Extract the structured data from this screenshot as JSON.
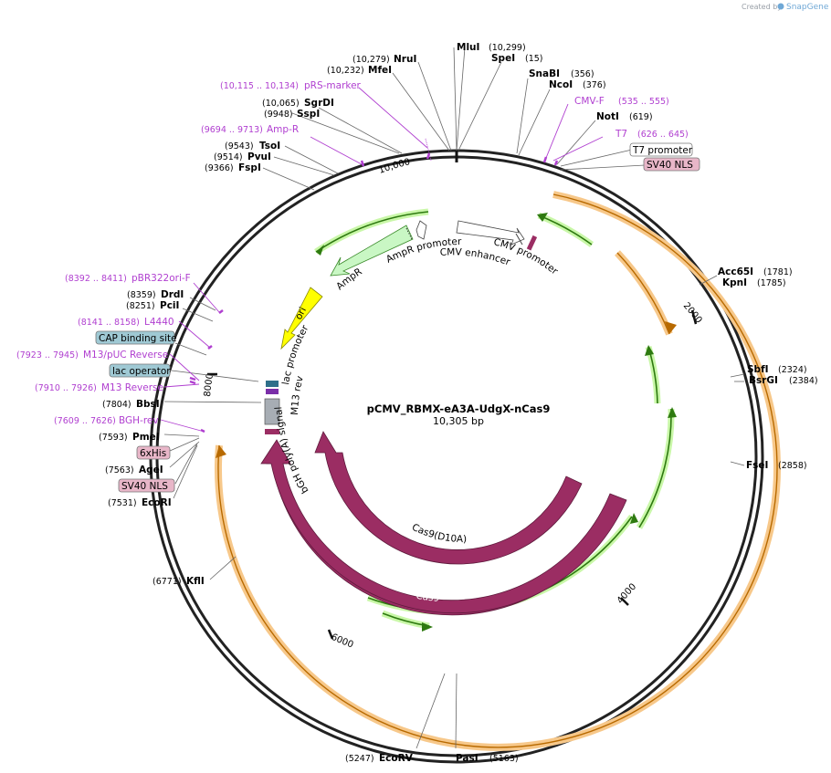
{
  "credit": {
    "prefix": "Created by",
    "brand": "SnapGene"
  },
  "plasmid": {
    "name": "pCMV_RBMX-eA3A-UdgX-nCas9",
    "size": "10,305 bp"
  },
  "ticks": {
    "t10000": "10,000",
    "t2000": "2000",
    "t4000": "4000",
    "t6000": "6000",
    "t8000": "8000"
  },
  "enzymes": {
    "mlui": {
      "name": "MluI",
      "pos": "(10,299)"
    },
    "spei": {
      "name": "SpeI",
      "pos": "(15)"
    },
    "snabi": {
      "name": "SnaBI",
      "pos": "(356)"
    },
    "ncoi": {
      "name": "NcoI",
      "pos": "(376)"
    },
    "noti": {
      "name": "NotI",
      "pos": "(619)"
    },
    "nrui": {
      "name": "NruI",
      "pos": "(10,279)"
    },
    "mfei": {
      "name": "MfeI",
      "pos": "(10,232)"
    },
    "sgrdi": {
      "name": "SgrDI",
      "pos": "(10,065)"
    },
    "sspi": {
      "name": "SspI",
      "pos": "(9948)"
    },
    "tsoi": {
      "name": "TsoI",
      "pos": "(9543)"
    },
    "pvui": {
      "name": "PvuI",
      "pos": "(9514)"
    },
    "fspi": {
      "name": "FspI",
      "pos": "(9366)"
    },
    "acc65i": {
      "name": "Acc65I",
      "pos": "(1781)"
    },
    "kpni": {
      "name": "KpnI",
      "pos": "(1785)"
    },
    "sbfi": {
      "name": "SbfI",
      "pos": "(2324)"
    },
    "bsrgi": {
      "name": "BsrGI",
      "pos": "(2384)"
    },
    "fsei": {
      "name": "FseI",
      "pos": "(2858)"
    },
    "drdi": {
      "name": "DrdI",
      "pos": "(8359)"
    },
    "pcii": {
      "name": "PciI",
      "pos": "(8251)"
    },
    "bbsi": {
      "name": "BbsI",
      "pos": "(7804)"
    },
    "pmei": {
      "name": "PmeI",
      "pos": "(7593)"
    },
    "agei": {
      "name": "AgeI",
      "pos": "(7563)"
    },
    "ecori": {
      "name": "EcoRI",
      "pos": "(7531)"
    },
    "kfli": {
      "name": "KflI",
      "pos": "(6771)"
    },
    "ecorv": {
      "name": "EcoRV",
      "pos": "(5247)"
    },
    "pasi": {
      "name": "PasI",
      "pos": "(5163)"
    }
  },
  "primers": {
    "prs": {
      "name": "pRS-marker",
      "range": "(10,115 .. 10,134)"
    },
    "ampr": {
      "name": "Amp-R",
      "range": "(9694 .. 9713)"
    },
    "cmvf": {
      "name": "CMV-F",
      "range": "(535 .. 555)"
    },
    "t7": {
      "name": "T7",
      "range": "(626 .. 645)"
    },
    "pbr": {
      "name": "pBR322ori-F",
      "range": "(8392 .. 8411)"
    },
    "l4440": {
      "name": "L4440",
      "range": "(8141 .. 8158)"
    },
    "m13puc": {
      "name": "M13/pUC Reverse",
      "range": "(7923 .. 7945)"
    },
    "m13rev": {
      "name": "M13 Reverse",
      "range": "(7910 .. 7926)"
    },
    "bgh": {
      "name": "BGH-rev",
      "range": "(7609 .. 7626)"
    }
  },
  "boxes": {
    "t7promoter": "T7 promoter",
    "sv40top": "SV40 NLS",
    "cap": "CAP binding site",
    "lacop": "lac operator",
    "his": "6xHis",
    "sv40bottom": "SV40 NLS"
  },
  "features": {
    "amprpromoter": "AmpR promoter",
    "cmvenhancer": "CMV enhancer",
    "cmvpromoter": "CMV promoter",
    "ampr": "AmpR",
    "ori": "ori",
    "lacpromoter": "lac promoter",
    "m13rev": "M13 rev",
    "bgh": "bGH poly(A) signal",
    "cas9d10a": "Cas9(D10A)",
    "cas9": "Cas9"
  },
  "colors": {
    "cas9": "#9b2d63",
    "ampr": "#c9f7c4",
    "ori": "#ffff00",
    "orf": "#f5a300",
    "orfInner": "#3c9a16",
    "primer": "#b03fd0",
    "lacop": "#9fc9d4",
    "nls": "#e8b6c8"
  }
}
